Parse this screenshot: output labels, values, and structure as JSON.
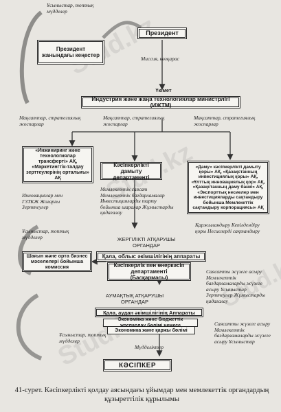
{
  "watermark": "Stud.kz",
  "watermark_tail": "Stud.k",
  "boxes": {
    "president": "Президент",
    "president_affairs": "Президент жанындағы кеңестер",
    "government": "Үкімет",
    "ministry": "Индустрия және жаңа технологиялар министрлігі (ИЖТМ)",
    "left_orgs": "«Инжиниринг және технологиялар трансферті» АҚ, «Маркетингтік-талдау зерттеулерінің орталығы» АҚ",
    "department": "Кәсіпкерлікті дамыту департаменті",
    "right_orgs": "«Даму» кәсіпкерлікті дамыту қоры» АҚ, «Қазақстанның инвестициялық қоры» АҚ, «Ұлттық инновациялық қор» АҚ, «Қазақстанның даму банкі» АҚ, «Экспорттық несиелер мен инвестицияларды сақтандыру бойынша Мемлекеттік сақтандыру корпорациясы» АҚ",
    "commission": "Шағын және орта бизнес мәселелері бойынша комиссия",
    "city_apparatus": "Қала, облыс әкімшілігінің аппараты",
    "baskarma": "Кәсіпкерлік пен өнеркәсіп департаменті (Басқармасы)",
    "district_apparatus": "Қала, аудан әкімшілігінің Аппараты",
    "economy_planning": "Экономика және бюджеттік жоспарлау бөлімі немесе",
    "economy_finance": "Экономика және қаржы бөлімі",
    "entrepreneurship": "КӘСІПКЕР"
  },
  "labels": {
    "proposals_top": "Ұсыныстар, топтық мүдделер",
    "mission": "Миссия, көзқарас",
    "tasks_left": "Мақсаттар, стратегиялық жоспарлар",
    "tasks_mid": "Мақсаттар, стратегиялық жоспарлар",
    "tasks_right": "Мақсаттар, стратегиялық жоспарлар",
    "left_list": "Инновациялар мен ГЗТКЖ Жоғарғы Зерттеулер",
    "mid_list": "Мемлекеттік саясат Мемлекеттік бағдарламалар Инвестицияларды тарту бойынша шаралар Жұмыстарды қадағалау",
    "right_list": "Қаржыландыру Кепілдендіру қоры Несиелерді сақтандыру",
    "proposals_mid": "Ұсыныстар, топтық мүдделер",
    "local_exec_1": "ЖЕРГІЛІКТІ АТҚАРУШЫ ОРГАНДАР",
    "right_list2": "Саясатты жүзеге асыру Мемлекеттік бағдарламаларды жүзеге асыру Ұсыныстар Зерттеулер Жұмыстарды қадағалау",
    "local_exec_2": "АУМАҚТЫҚ АТҚАРУШЫ ОРГАНДАР",
    "right_list3": "Саясатты жүзеге асыру Мемлекеттік бағдарламаларды жүзеге асыру Ұсыныстар",
    "proposals_bottom": "Ұсыныстар, топтық мүдделер",
    "needs": "Мүдделіктер"
  },
  "caption": "41-сурет. Кәсіпкерлікті қолдау аясындағы ұйымдар мен мемлекеттік органдардың құзыреттілік құрылымы"
}
